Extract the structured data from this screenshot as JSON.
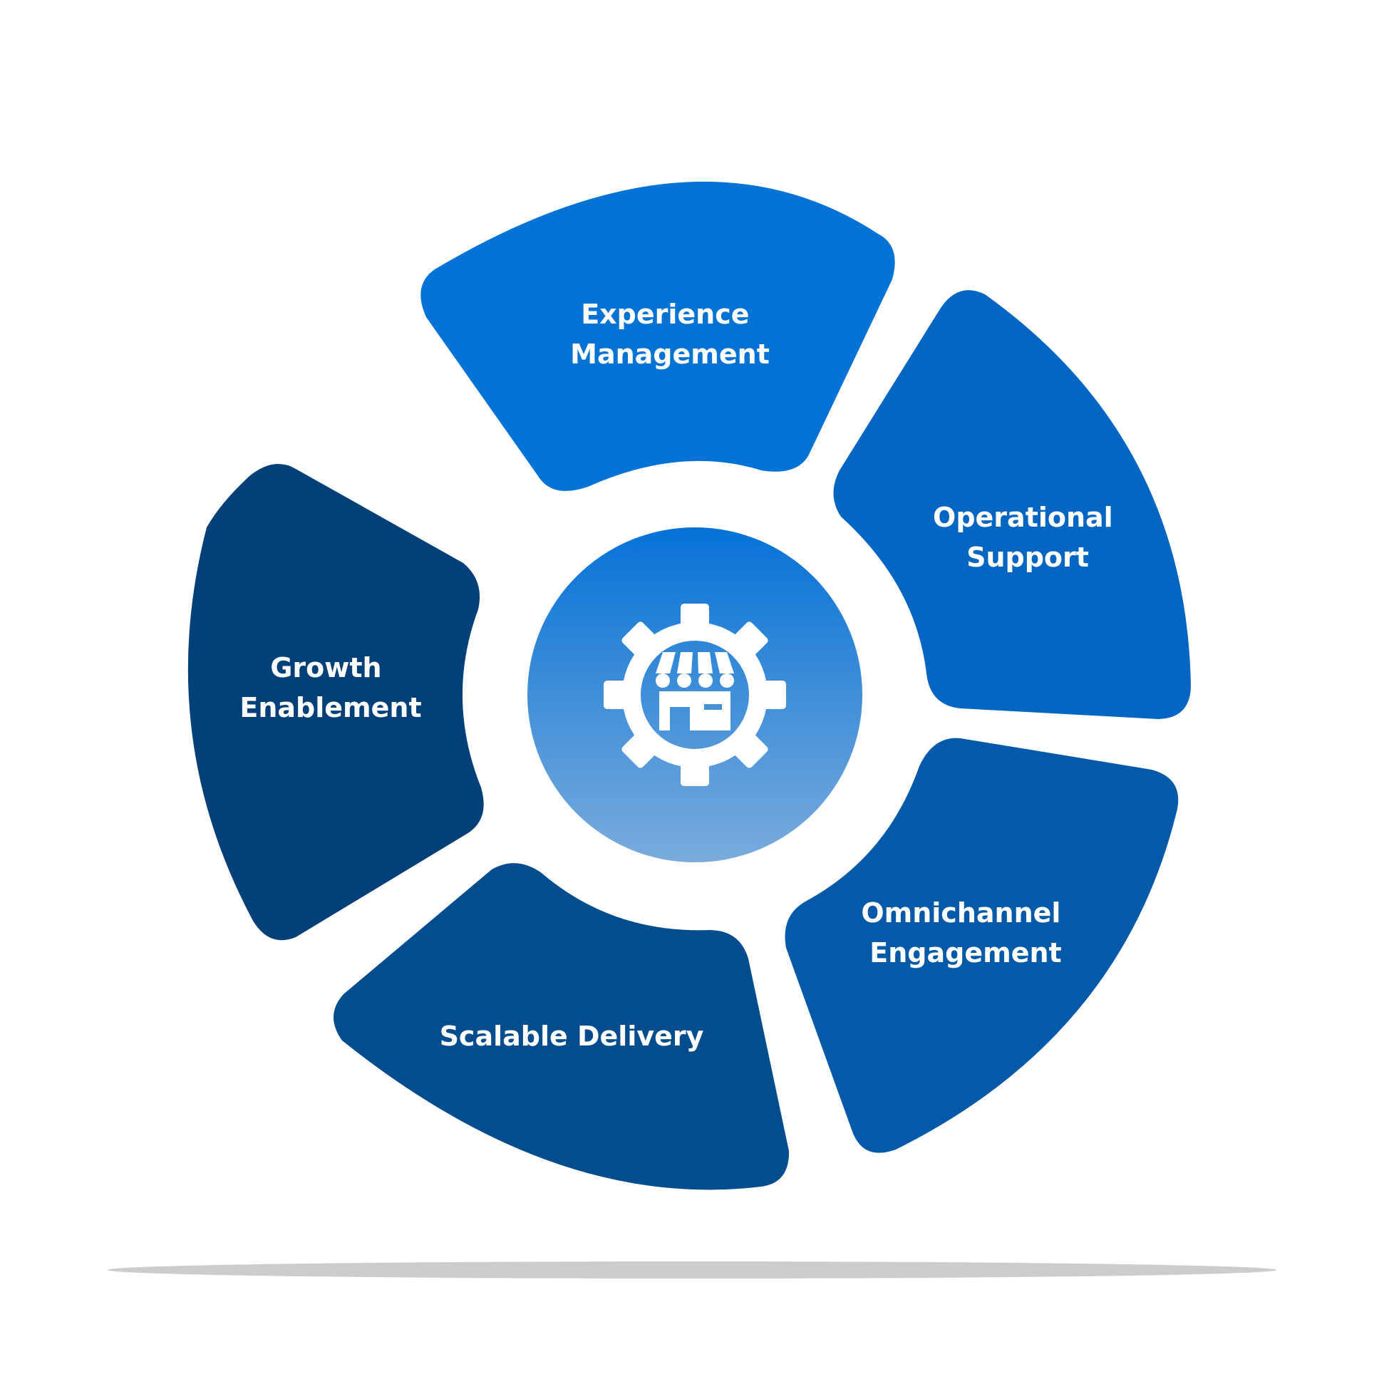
{
  "segments": [
    {
      "id": "experience-management",
      "lines": [
        "Experience",
        "Management"
      ],
      "color": "#0572D6"
    },
    {
      "id": "operational-support",
      "lines": [
        "Operational",
        "Support"
      ],
      "color": "#0466C2"
    },
    {
      "id": "omnichannel-engagement",
      "lines": [
        "Omnichannel",
        "Engagement"
      ],
      "color": "#0459A8"
    },
    {
      "id": "scalable-delivery",
      "lines": [
        "Scalable Delivery"
      ],
      "color": "#034D8F"
    },
    {
      "id": "growth-enablement",
      "lines": [
        "Growth",
        "Enablement"
      ],
      "color": "#033F78"
    }
  ],
  "hub": {
    "icon": "store-gear-icon",
    "gradient_top": "#0572D6",
    "gradient_bottom": "#7AABDC",
    "icon_color": "#FFFFFF"
  },
  "shadow_color": "#CCCCCC"
}
